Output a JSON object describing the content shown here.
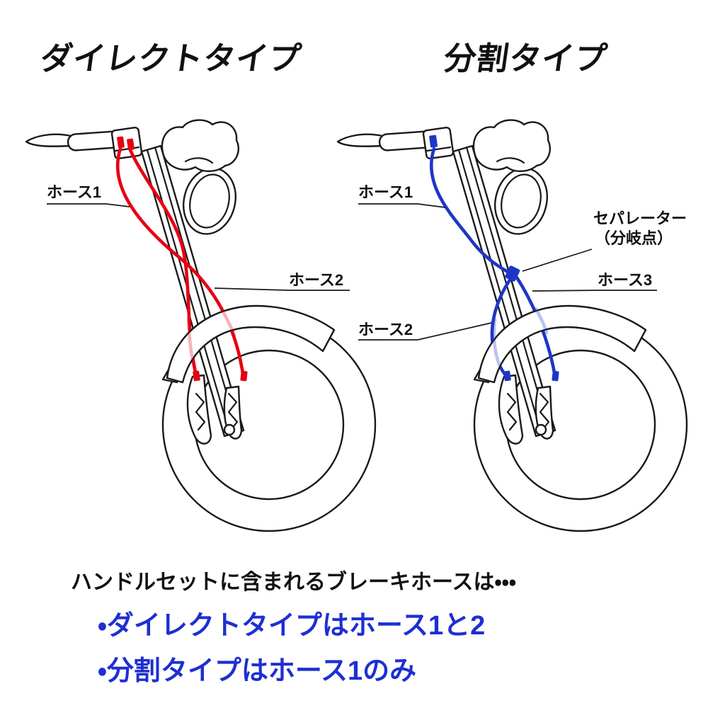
{
  "titles": {
    "direct": "ダイレクトタイプ",
    "split": "分割タイプ"
  },
  "diagram_labels": {
    "direct": {
      "hose1": "ホース1",
      "hose2": "ホース2"
    },
    "split": {
      "hose1": "ホース1",
      "hose2": "ホース2",
      "hose3": "ホース3",
      "separator_line1": "セパレーター",
      "separator_line2": "（分岐点）"
    }
  },
  "caption": {
    "intro": "ハンドルセットに含まれるブレーキホースは・・・",
    "bullets": [
      "・ダイレクトタイプはホース1と2",
      "・分割タイプはホース1のみ"
    ]
  },
  "colors": {
    "direct_hose": "#e60012",
    "split_hose": "#1d36c8",
    "bullet_text": "#1d2fd2",
    "line_art": "#1a1a1a"
  }
}
